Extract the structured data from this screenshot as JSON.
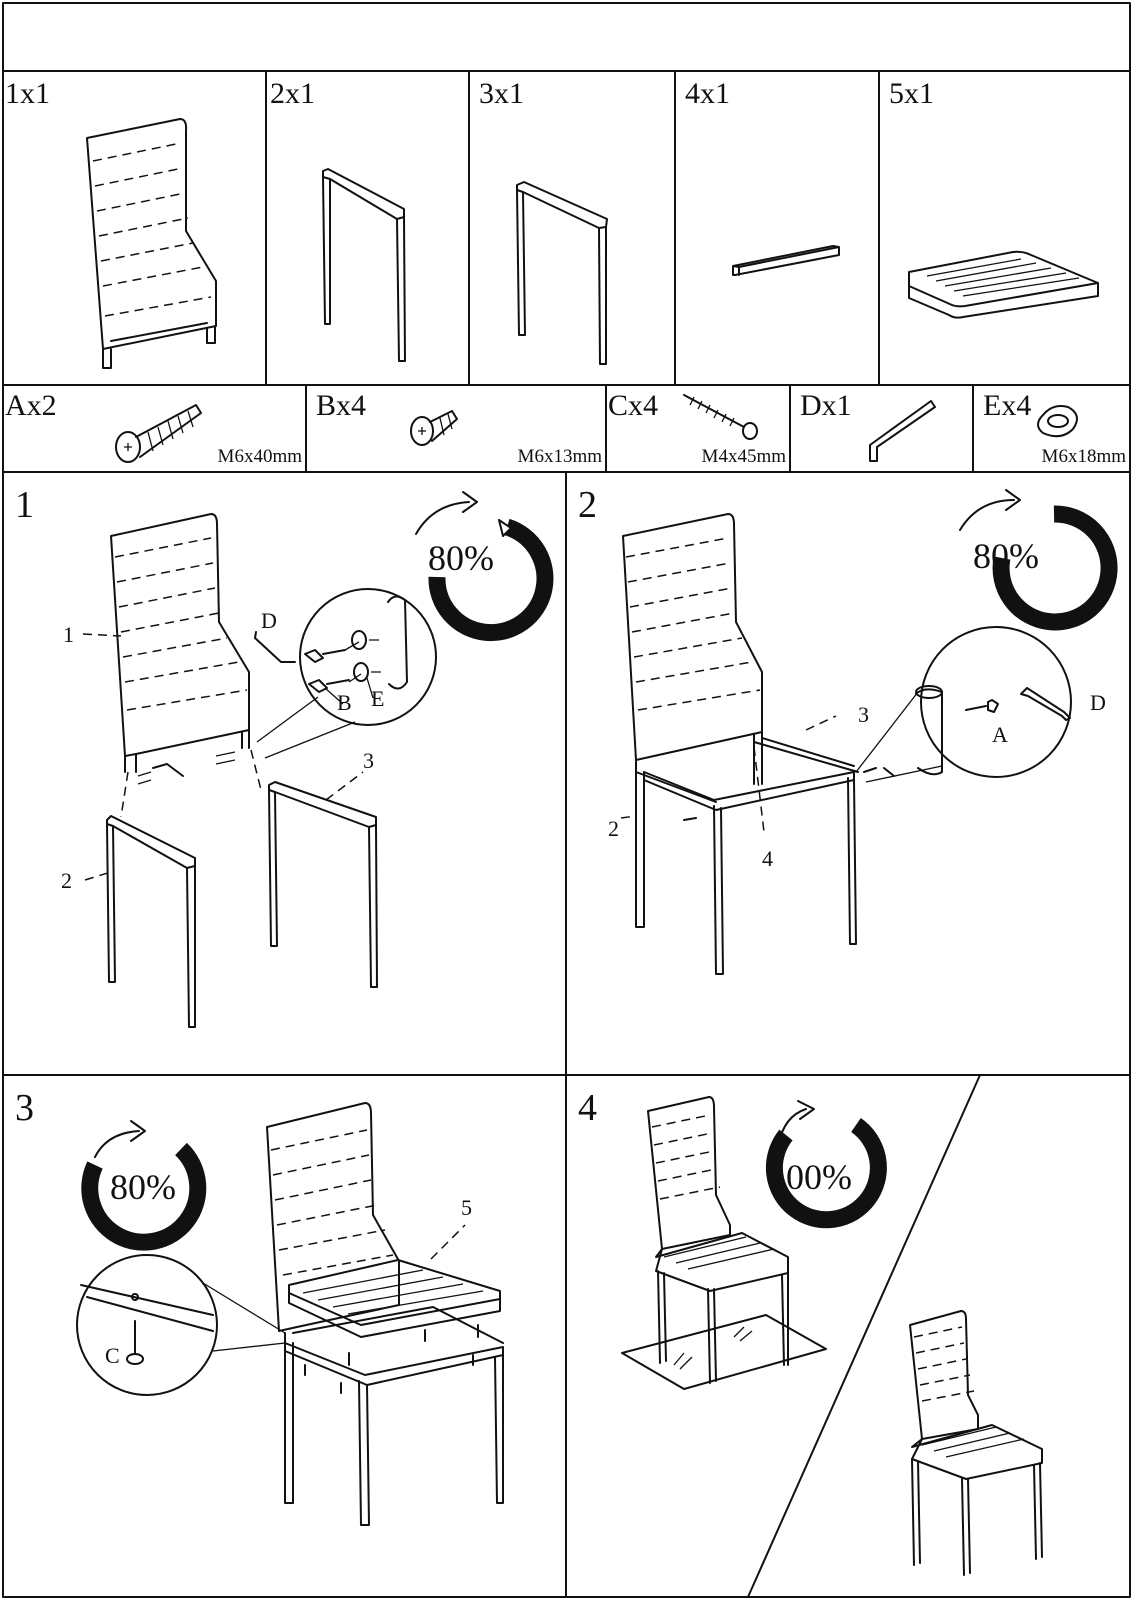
{
  "parts": [
    {
      "label": "1x1"
    },
    {
      "label": "2x1"
    },
    {
      "label": "3x1"
    },
    {
      "label": "4x1"
    },
    {
      "label": "5x1"
    }
  ],
  "hardware": [
    {
      "label": "Ax2",
      "size": "M6x40mm"
    },
    {
      "label": "Bx4",
      "size": "M6x13mm"
    },
    {
      "label": "Cx4",
      "size": "M4x45mm"
    },
    {
      "label": "Dx1",
      "size": ""
    },
    {
      "label": "Ex4",
      "size": "M6x18mm"
    }
  ],
  "steps": [
    {
      "number": "1",
      "tighten": "80%",
      "callouts": {
        "backrest": "1",
        "front_legs": "2",
        "back_legs": "3",
        "wrench": "D",
        "bolt": "B",
        "washer": "E"
      }
    },
    {
      "number": "2",
      "tighten": "80%",
      "callouts": {
        "front_legs": "2",
        "back_legs": "3",
        "crossbar": "4",
        "bolt": "A",
        "wrench": "D"
      }
    },
    {
      "number": "3",
      "tighten": "80%",
      "callouts": {
        "seat": "5",
        "screw": "C"
      }
    },
    {
      "number": "4",
      "tighten": "100%"
    }
  ]
}
